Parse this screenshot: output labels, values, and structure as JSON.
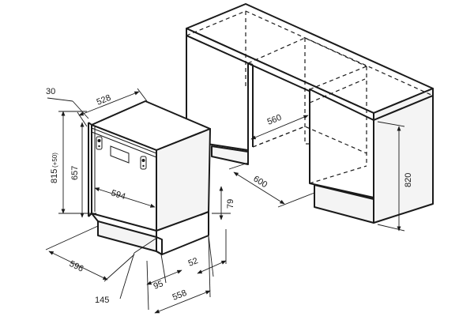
{
  "dimensions": {
    "panel_thickness": "30",
    "depth": "528",
    "height_total": "815",
    "height_adjust": "(+50)",
    "height_body": "657",
    "inner_width": "594",
    "width": "596",
    "plinth_depth": "145",
    "foot_offset": "95",
    "foot_height": "52",
    "depth_total": "558",
    "plinth_height": "79",
    "niche_depth": "560",
    "niche_width": "600",
    "niche_height": "820"
  },
  "colors": {
    "line": "#1a1a1a",
    "background": "#ffffff"
  },
  "icons": {
    "arrow": "arrowhead"
  }
}
